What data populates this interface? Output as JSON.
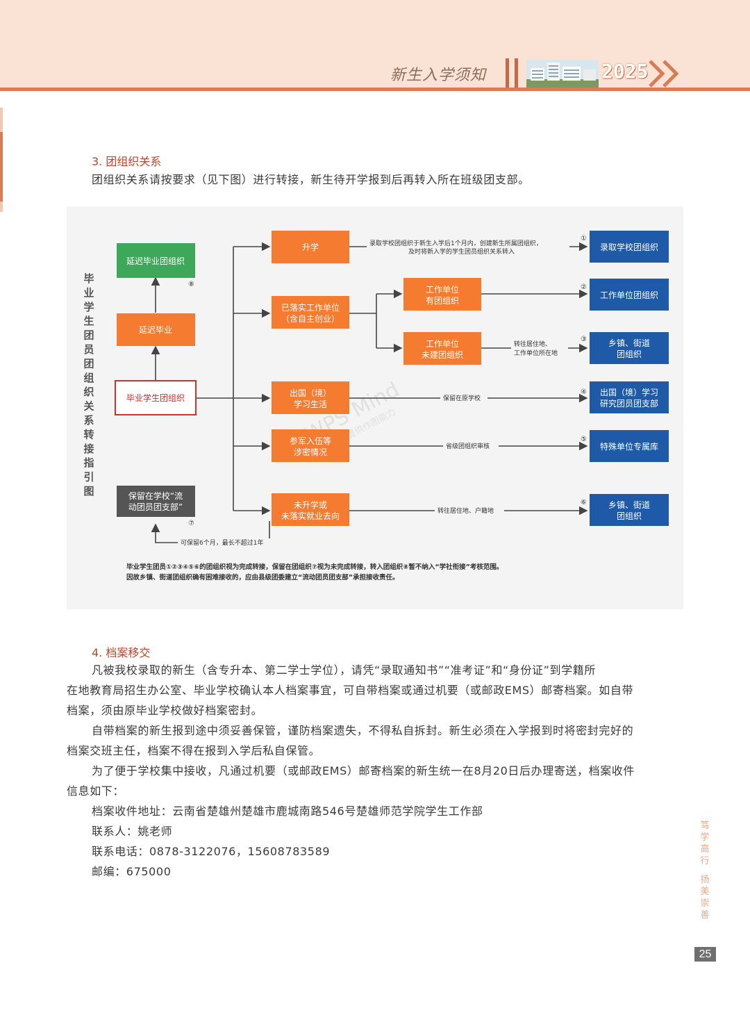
{
  "header": {
    "title": "新生入学须知",
    "year": "2025",
    "colors": {
      "band": "#fae3d4",
      "rule": "#d77d54",
      "accent": "#c56a45"
    }
  },
  "section3": {
    "title": "3. 团组织关系",
    "intro": "团组织关系请按要求（见下图）进行转接，新生待开学报到后再转入所在班级团支部。"
  },
  "diagram": {
    "vertical_title": [
      "毕",
      "业",
      "学",
      "生",
      "团",
      "员",
      "团",
      "组",
      "织",
      "关",
      "系",
      "转",
      "接",
      "指",
      "引",
      "图"
    ],
    "source": "毕业学生团组织",
    "defer": "延迟毕业",
    "defer_org": "延迟毕业团组织",
    "retain_l1": "保留在学校“流",
    "retain_l2": "动团员团支部”",
    "retain_note": "可保留6个月，最长不超过1年",
    "branches": {
      "b1": "升学",
      "b2_l1": "已落实工作单位",
      "b2_l2": "（含自主创业）",
      "b2a_l1": "工作单位",
      "b2a_l2": "有团组织",
      "b2b_l1": "工作单位",
      "b2b_l2": "未建团组织",
      "b3_l1": "出国（境）",
      "b3_l2": "学习生活",
      "b4_l1": "参军入伍等",
      "b4_l2": "涉密情况",
      "b5_l1": "未升学或",
      "b5_l2": "未落实就业去向"
    },
    "edge_labels": {
      "e1_l1": "录取学校团组织于新生入学后1个月内，创建新生所属团组织，",
      "e1_l2": "及时将新入学的学生团员组织关系转入",
      "e3_l1": "转往居住地、",
      "e3_l2": "工作单位所在地",
      "e4": "保留在原学校",
      "e5": "省级团组织审核",
      "e6": "转往居住地、户籍地"
    },
    "targets": {
      "t1": "录取学校团组织",
      "t2": "工作单位团组织",
      "t3_l1": "乡镇、街道",
      "t3_l2": "团组织",
      "t4_l1": "出国（境）学习",
      "t4_l2": "研究团员团支部",
      "t5": "特殊单位专属库",
      "t6_l1": "乡镇、街道",
      "t6_l2": "团组织"
    },
    "nums": [
      "①",
      "②",
      "③",
      "④",
      "⑤",
      "⑥",
      "⑦",
      "⑧"
    ],
    "footnote_l1": "毕业学生团员①②③④⑤⑥的团组织视为完成转接，保留在团组织⑦视为未完成转接，转入团组织⑧暂不纳入“学社衔接”考核范围。",
    "footnote_l2": "因故乡镇、街道团组织确有困难接收的，应由县级团委建立“流动团员团支部”承担接收责任。",
    "watermark_l1": "WPS Mind",
    "watermark_l2": "WPS仅提供作图能力",
    "colors": {
      "orange": "#f47b2f",
      "blue": "#1e5aa8",
      "green": "#3ea85a",
      "gray": "#555555",
      "red": "#d2302c"
    }
  },
  "section4": {
    "title": "4. 档案移交",
    "p1_l1": "凡被我校录取的新生（含专升本、第二学士学位），请凭“录取通知书”“准考证”和“身份证”到学籍所",
    "p1_l2": "在地教育局招生办公室、毕业学校确认本人档案事宜，可自带档案或通过机要（或邮政EMS）邮寄档案。如自带",
    "p1_l3": "档案，须由原毕业学校做好档案密封。",
    "p2_l1": "自带档案的新生报到途中须妥善保管，谨防档案遗失，不得私自拆封。新生必须在入学报到时将密封完好的",
    "p2_l2": "档案交班主任，档案不得在报到入学后私自保管。",
    "p3_l1": "为了便于学校集中接收，凡通过机要（或邮政EMS）邮寄档案的新生统一在8月20日后办理寄送，档案收件",
    "p3_l2": "信息如下：",
    "address": "档案收件地址：云南省楚雄州楚雄市鹿城南路546号楚雄师范学院学生工作部",
    "contact": "联系人：姚老师",
    "phone": "联系电话：0878-3122076，15608783589",
    "postcode": "邮编：675000"
  },
  "side_motto": "笃学高行 扬美崇善",
  "page_number": "25"
}
